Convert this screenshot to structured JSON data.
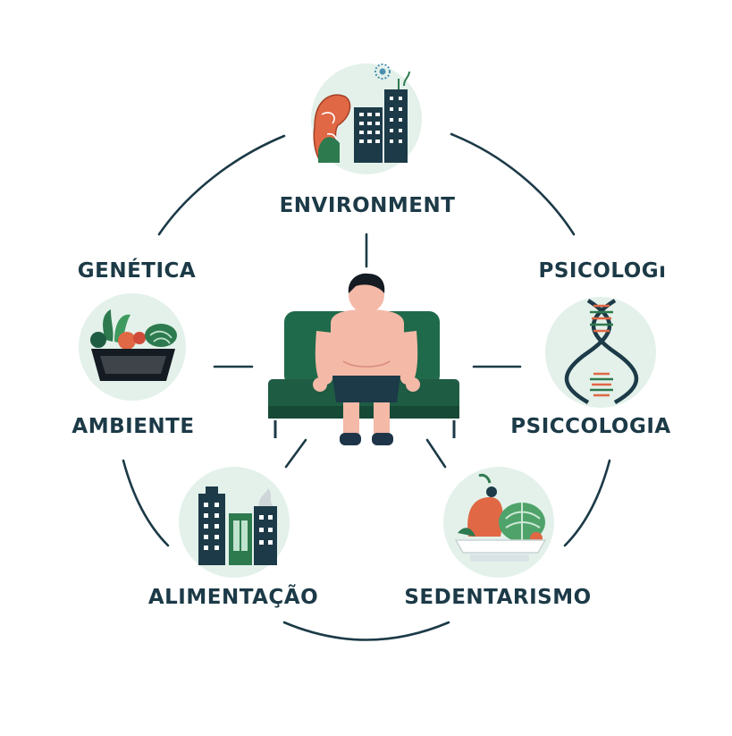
{
  "labels": {
    "top": "ENVIRONMENT",
    "upper_left": "GENÉTICA",
    "upper_right": "PSICOLOGı",
    "left": "AMBIENTE",
    "right": "PSICCOLOGIA",
    "bottom_left": "ALIMENTAÇÃO",
    "bottom_right": "SEDENTARISMO"
  },
  "icons": {
    "top": "city-environment-icon",
    "left": "vegetable-basket-icon",
    "right": "dna-icon",
    "bottom_left": "city-buildings-icon",
    "bottom_right": "food-plate-icon",
    "center": "person-on-sofa-icon"
  },
  "colors": {
    "ring": "#1c3a47",
    "circle_bg": "#e3f1ea",
    "green": "#2e7a4f",
    "dark_green": "#1f5c44",
    "orange": "#e06845",
    "skin": "#f4b9a7",
    "navy": "#1e3549"
  }
}
